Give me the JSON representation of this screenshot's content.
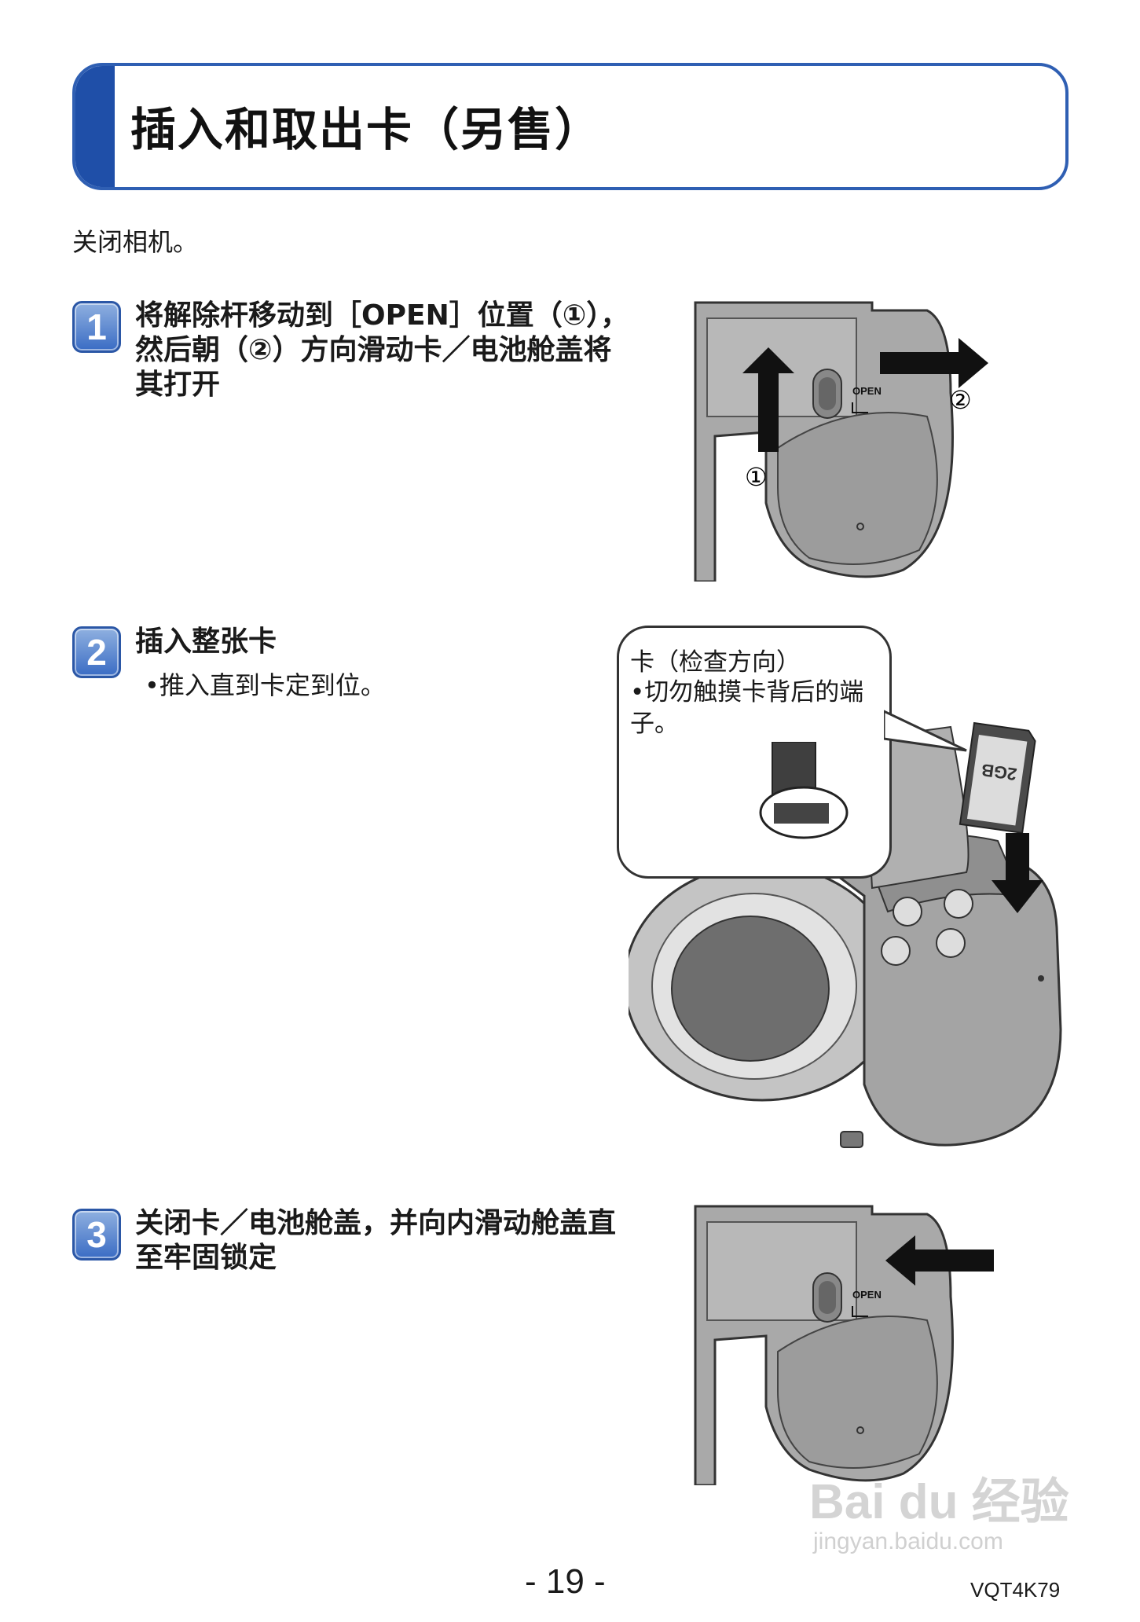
{
  "header": {
    "title": "插入和取出卡（另售）"
  },
  "intro": "关闭相机。",
  "steps": [
    {
      "number": "1",
      "text": "将解除杆移动到［OPEN］位置（①），然后朝（②）方向滑动卡／电池舱盖将其打开"
    },
    {
      "number": "2",
      "text": "插入整张卡",
      "sub": "•推入直到卡定到位。"
    },
    {
      "number": "3",
      "text": "关闭卡／电池舱盖，并向内滑动舱盖直至牢固锁定"
    }
  ],
  "figure1": {
    "label_1": "①",
    "label_2": "②",
    "open": "OPEN"
  },
  "figure2": {
    "callout_title": "卡（检查方向）",
    "callout_note": "•切勿触摸卡背后的端子。",
    "card_capacity": "2GB"
  },
  "figure3": {
    "open": "OPEN"
  },
  "footer": {
    "page": "- 19 -",
    "model": "VQT4K79"
  },
  "watermark": {
    "brand": "Bai du 经验",
    "url": "jingyan.baidu.com"
  }
}
